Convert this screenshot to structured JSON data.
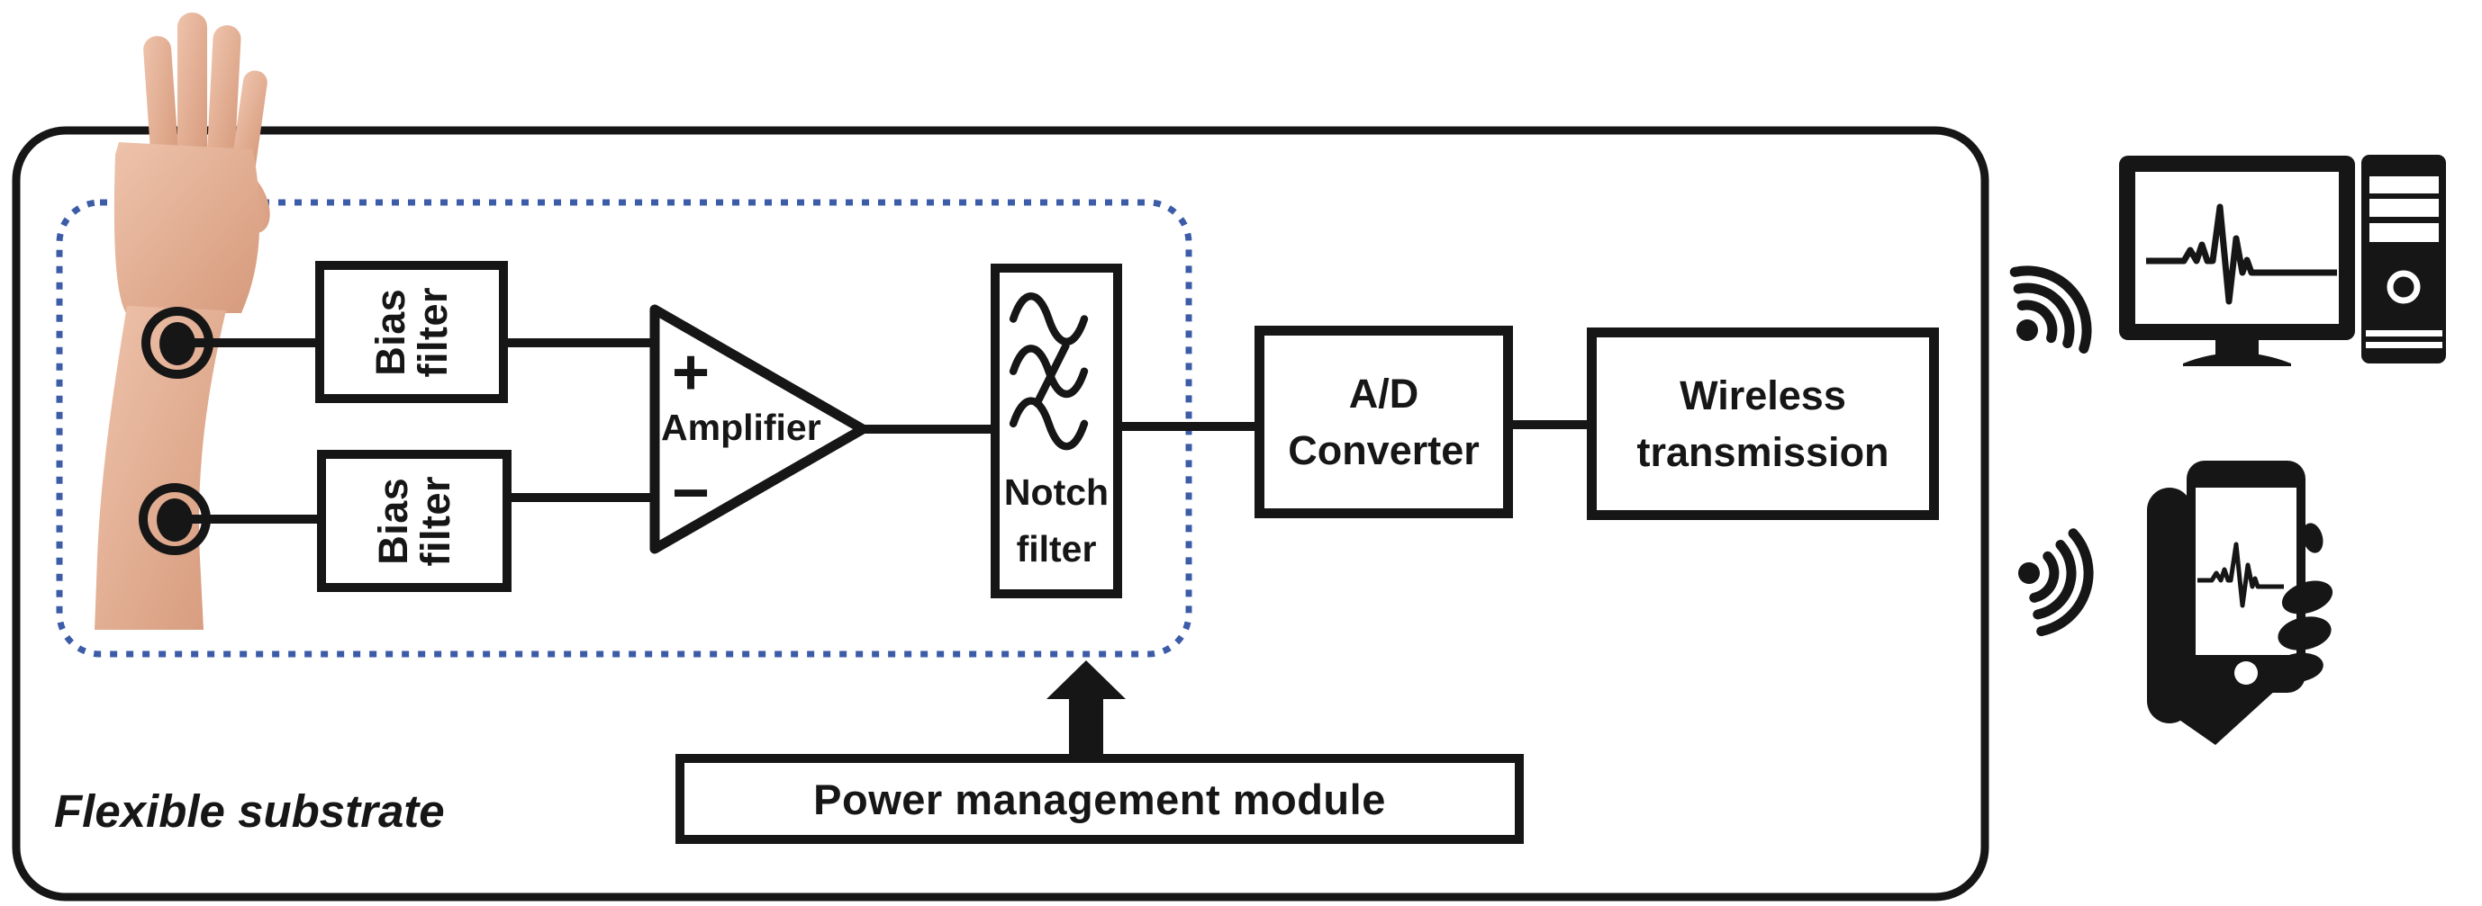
{
  "figure": {
    "substrate_label": "Flexible substrate",
    "blocks": {
      "bias_filter_1": {
        "line1": "Bias",
        "line2": "filter"
      },
      "bias_filter_2": {
        "line1": "Bias",
        "line2": "filter"
      },
      "amplifier": {
        "label": "Amplifier",
        "plus": "+",
        "minus": "−"
      },
      "notch_filter": {
        "line1": "Notch",
        "line2": "filter"
      },
      "ad_converter": {
        "line1": "A/D",
        "line2": "Converter"
      },
      "wireless_transmission": {
        "line1": "Wireless",
        "line2": "transmission"
      },
      "power_module": {
        "label": "Power management module"
      }
    },
    "icons": {
      "arm": "forearm-with-two-electrodes-photo",
      "electrode": "circular-electrode",
      "notch_symbol": "three-sine-waves-middle-crossed",
      "arrow": "up-arrow",
      "wifi_top": "wifi-signal",
      "wifi_bottom": "wifi-signal",
      "desktop": "monitor-with-ecg-trace-and-pc-tower",
      "phone": "hand-holding-smartphone-with-ecg-trace"
    },
    "colors": {
      "ink": "#161616",
      "dotted": "#3c5ca8",
      "skin_light": "#eec3ab",
      "skin_dark": "#d69a7c",
      "bg": "#ffffff"
    }
  }
}
